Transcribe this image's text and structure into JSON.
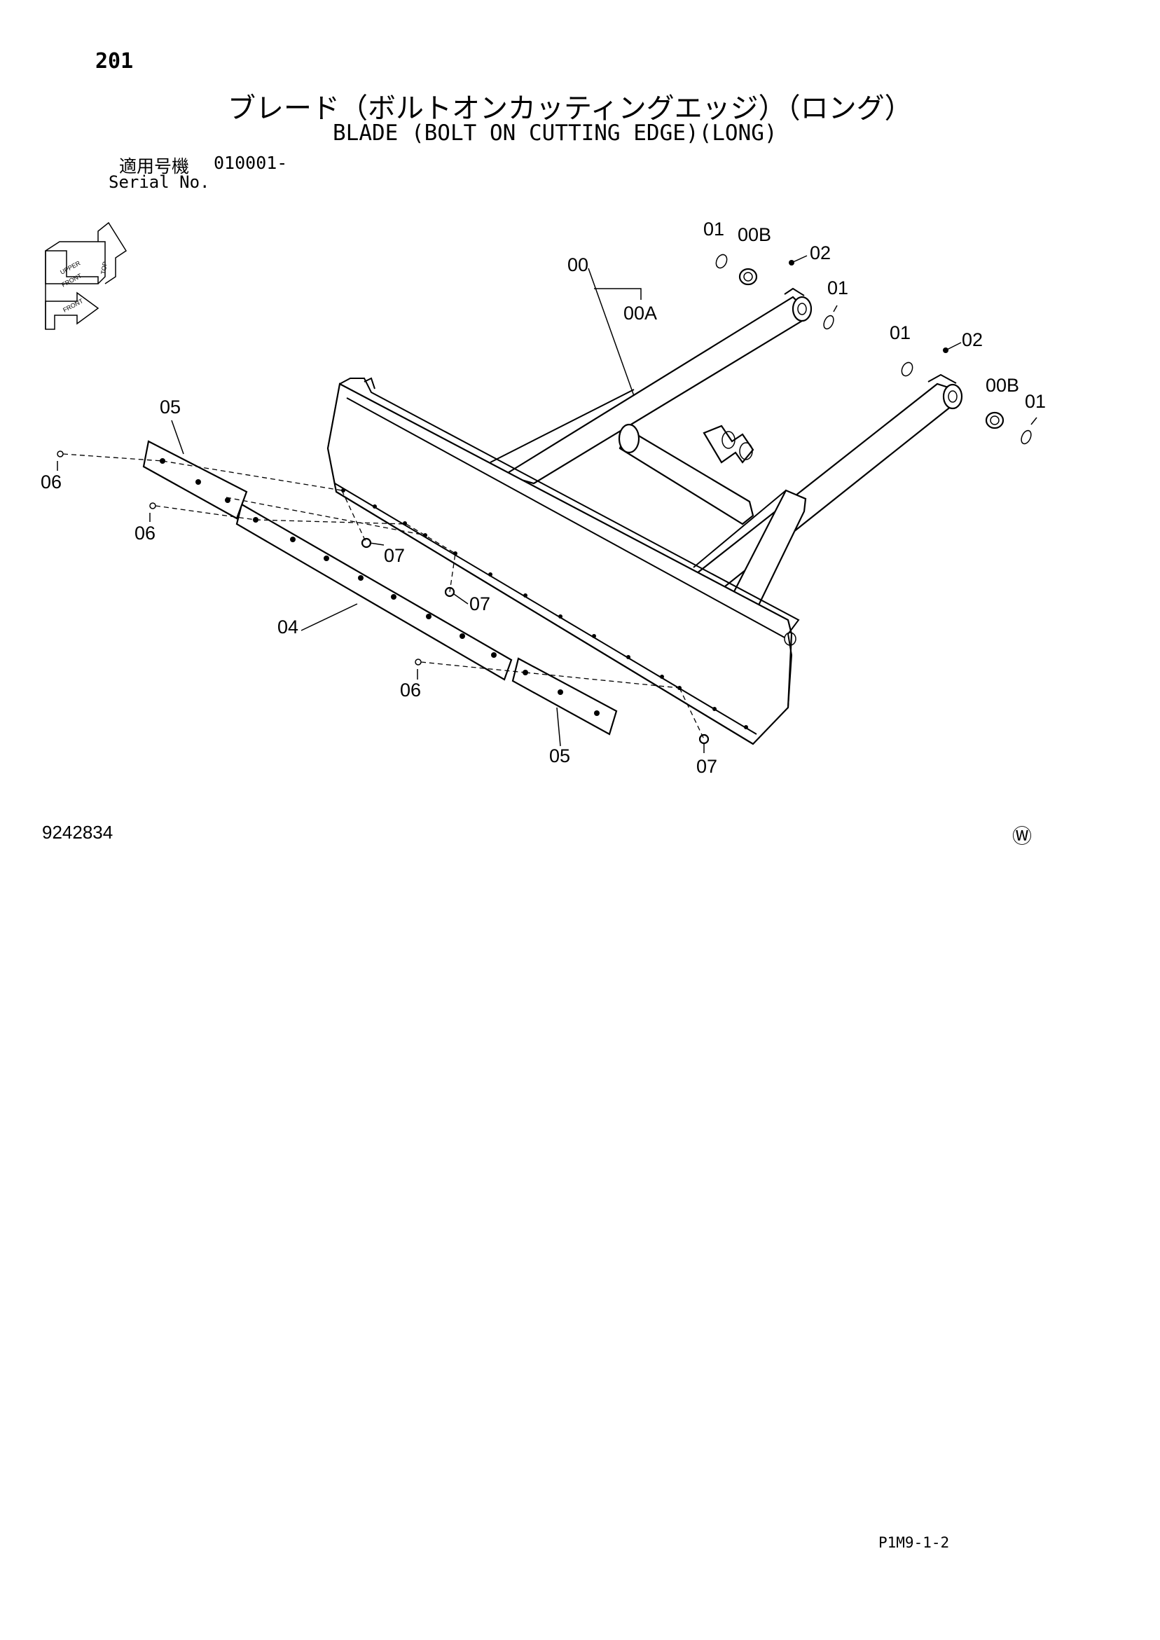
{
  "header": {
    "page_number": "201",
    "title_jp": "ブレード（ボルトオンカッティングエッジ）（ロング）",
    "title_en": "BLADE (BOLT ON CUTTING EDGE)(LONG)",
    "serial_label_jp": "適用号機",
    "serial_value": "010001-",
    "serial_label_en": "Serial No."
  },
  "callouts": {
    "c00": "00",
    "c00A": "00A",
    "c00B_left": "00B",
    "c00B_right": "00B",
    "c01_a": "01",
    "c01_b": "01",
    "c01_c": "01",
    "c01_d": "01",
    "c02_a": "02",
    "c02_b": "02",
    "c04": "04",
    "c05_top": "05",
    "c05_bottom": "05",
    "c06_a": "06",
    "c06_b": "06",
    "c06_c": "06",
    "c07_a": "07",
    "c07_b": "07",
    "c07_c": "07"
  },
  "orientation_icon": {
    "labels": [
      "UPPER",
      "FRONT",
      "FRONT",
      "TOP"
    ]
  },
  "footer": {
    "drawing_number": "9242834",
    "mark": "Ⓦ",
    "page_code": "P1M9-1-2"
  }
}
